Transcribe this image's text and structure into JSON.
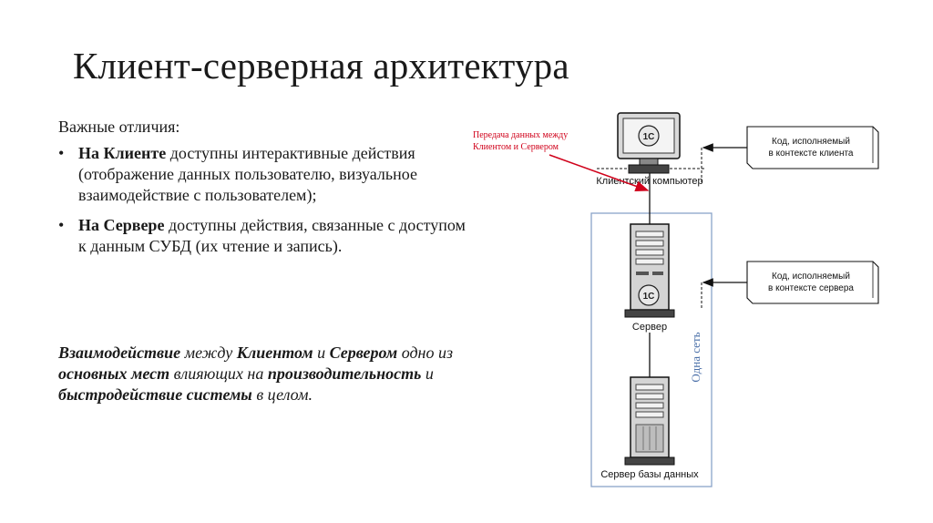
{
  "title": "Клиент-серверная архитектура",
  "intro": "Важные отличия:",
  "bullets": [
    {
      "bold": "На Клиенте",
      "text": " доступны интерактивные действия (отображение данных пользователю, визуальное взаимодействие с пользователем);"
    },
    {
      "bold": "На Сервере",
      "text": " доступны действия, связанные с доступом к данным СУБД (их чтение и запись)."
    }
  ],
  "bullet_glyph": "•",
  "summary": {
    "b1": "Взаимодействие",
    "t1": " между ",
    "b2": "Клиентом",
    "t2": " и ",
    "b3": "Сервером",
    "t3": " одно из ",
    "b4": "основных мест",
    "t4": " влияющих на ",
    "b5": "производительность",
    "t5": " и ",
    "b6": "быстродействие системы",
    "t6": " в целом."
  },
  "diagram": {
    "annotation_line1": "Передача данных между",
    "annotation_line2": "Клиентом и Сервером",
    "client_label": "Клиентский компьютер",
    "server_label": "Сервер",
    "db_label": "Сервер базы данных",
    "network_label": "Одна сеть",
    "logo_text": "1С",
    "note_client_line1": "Код, исполняемый",
    "note_client_line2": "в контексте клиента",
    "note_server_line1": "Код, исполняемый",
    "note_server_line2": "в контексте сервера",
    "annotation_color": "#d0021b",
    "network_border_color": "#8aa3c8"
  }
}
